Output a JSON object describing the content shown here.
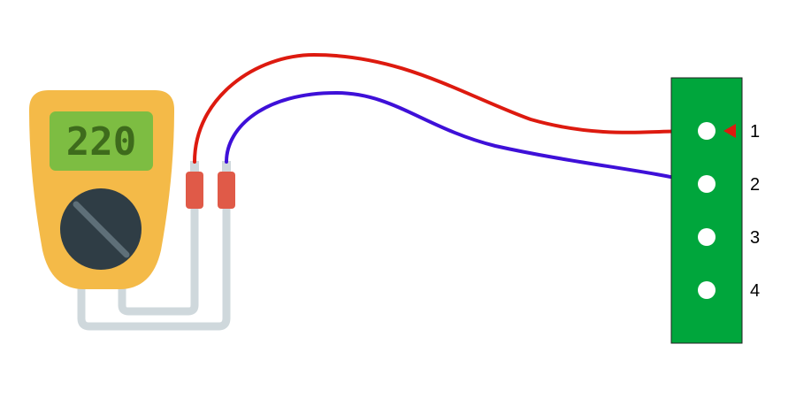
{
  "multimeter": {
    "display_value": "220",
    "body_color": "#F4BA48",
    "screen_color": "#7DBD42",
    "display_text_color": "#3E6B1C",
    "dial_color": "#2F3D45",
    "dial_pointer_color": "#5E6F78",
    "probe_tip_color": "#E05A48",
    "cable_color": "#CFD8DC"
  },
  "wires": {
    "red_color": "#DD1A0F",
    "blue_color": "#3E10D8"
  },
  "board": {
    "color": "#00A63C",
    "pin_color": "#FFFFFF",
    "pins": [
      {
        "label": "1"
      },
      {
        "label": "2"
      },
      {
        "label": "3"
      },
      {
        "label": "4"
      }
    ],
    "marker_color": "#DD1A0F",
    "marked_pin": "1"
  }
}
